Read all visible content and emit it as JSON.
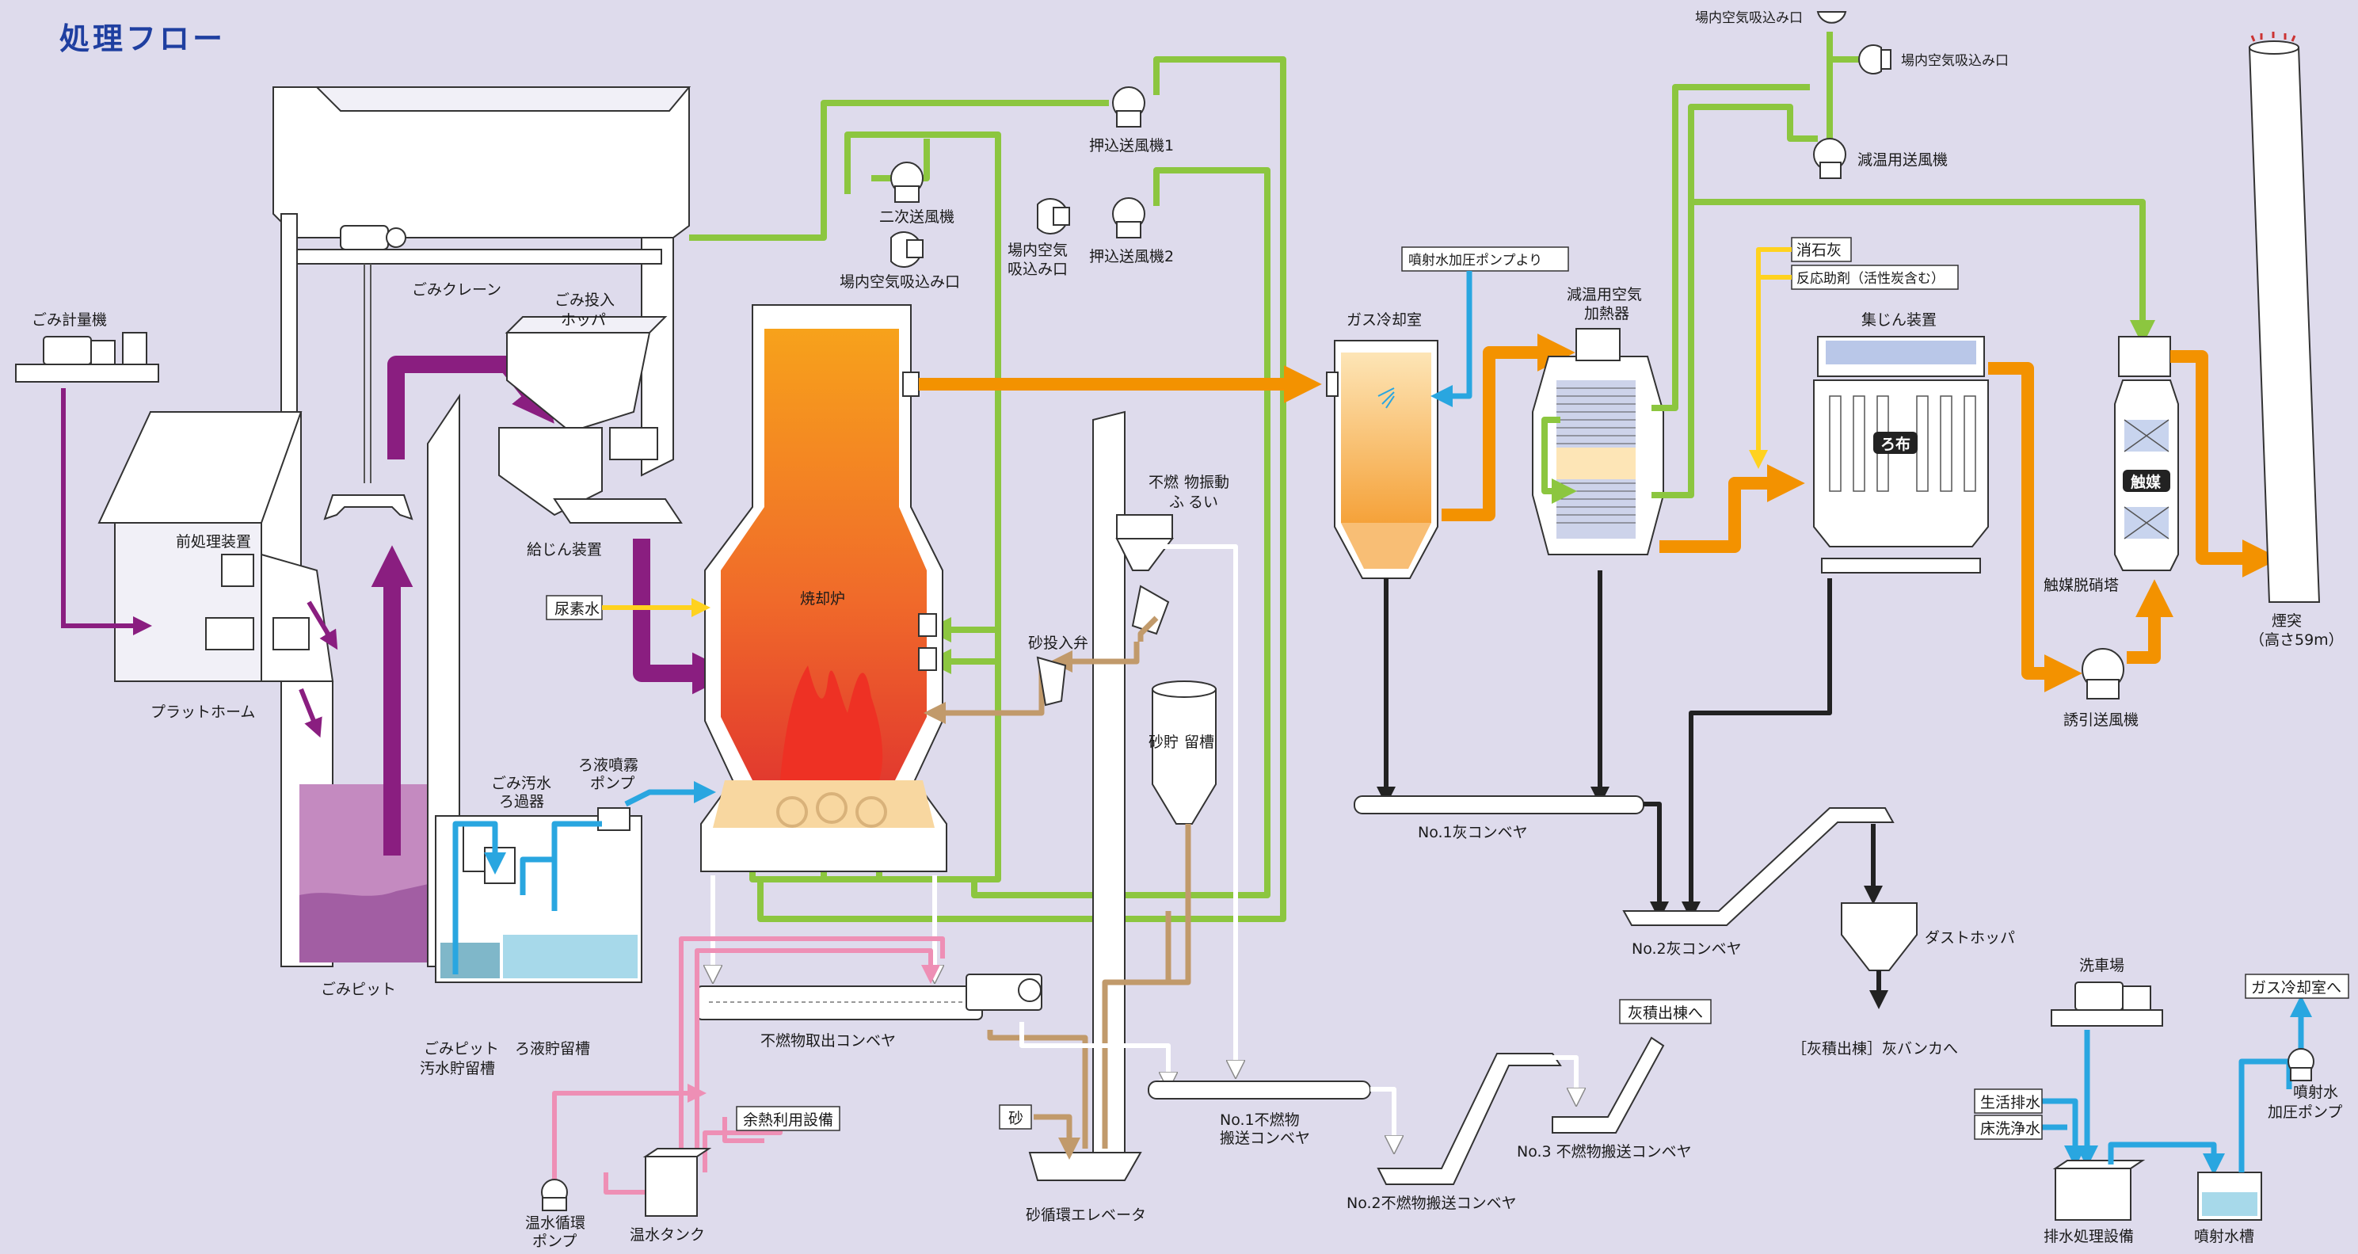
{
  "title": "処理フロー",
  "labels": {
    "gomi_keiryouki": "ごみ計量機",
    "gomi_crane": "ごみクレーン",
    "gomi_hopper_1": "ごみ投入",
    "gomi_hopper_2": "ホッパ",
    "kyujin": "給じん装置",
    "maeshori": "前処理装置",
    "platform": "プラットホーム",
    "gomi_pit": "ごみピット",
    "osui_rokaki_1": "ごみ汚水",
    "osui_rokaki_2": "ろ過器",
    "roeki_pump_1": "ろ液噴霧",
    "roeki_pump_2": "ポンプ",
    "osui_tank_1": "ごみピット",
    "osui_tank_2": "汚水貯留槽",
    "roeki_tank": "ろ液貯留槽",
    "nijisofu": "二次送風機",
    "jonai_kuki_1": "場内空気吸込み口",
    "oshikomi_1": "押込送風機1",
    "oshikomi_2": "押込送風機2",
    "jonai_kuki_2a": "場内空気",
    "jonai_kuki_2b": "吸込み口",
    "nyosui": "尿素水",
    "shokyakuro": "焼却炉",
    "suna_tonyuben": "砂投入弁",
    "funenbutsu_1": "不燃",
    "funenbutsu_2": "物振動",
    "funenbutsu_3": "ふ",
    "funenbutsu_4": "るい",
    "suna_choso_1": "砂貯",
    "suna_choso_2": "留槽",
    "funen_toridashi": "不燃物取出コンベヤ",
    "yonetsu": "余熱利用設備",
    "onsui_pump_1": "温水循環",
    "onsui_pump_2": "ポンプ",
    "onsui_tank": "温水タンク",
    "suna": "砂",
    "suna_elevator": "砂循環エレベータ",
    "no1_funen_1": "No.1不燃物",
    "no1_funen_2": "搬送コンベヤ",
    "no2_funen": "No.2不燃物搬送コンベヤ",
    "no3_funen": "No.3 不燃物搬送コンベヤ",
    "haiseki_1": "灰積出棟へ",
    "funsha_pump": "噴射水加圧ポンプより",
    "gas_reikyaku": "ガス冷却室",
    "gen_kanetsuki_1": "減温用空気",
    "gen_kanetsuki_2": "加熱器",
    "no1_hai": "No.1灰コンベヤ",
    "no2_hai": "No.2灰コンベヤ",
    "dust_hopper": "ダストホッパ",
    "hai_bunker": "［灰積出棟］灰バンカへ",
    "shosekkai": "消石灰",
    "hanno_jozai": "反応助剤（活性炭含む）",
    "shujin": "集じん装置",
    "rofu": "ろ布",
    "jonai_kuki_3": "場内空気吸込み口",
    "jonai_kuki_4": "場内空気吸込み口",
    "genon_sofuki": "減温用送風機",
    "shokubai": "触媒",
    "shokubai_datsusho": "触媒脱硝塔",
    "yuin_sofuki": "誘引送風機",
    "entotsu_1": "煙突",
    "entotsu_2": "（高さ59m）",
    "senshajo": "洗車場",
    "seikatsu": "生活排水",
    "yuka_senjo": "床洗浄水",
    "haisui_shori": "排水処理設備",
    "funsha_suiso": "噴射水槽",
    "gas_reikyaku_e": "ガス冷却室へ",
    "funsha_kaatsu_1": "噴射水",
    "funsha_kaatsu_2": "加圧ポンプ"
  },
  "colors": {
    "background": "#dedbec",
    "air_line": "#8cc63f",
    "flue_gas": "#f39200",
    "waste": "#8a1e80",
    "water": "#29a6e0",
    "ash": "#222222",
    "hot_water": "#ee8fb5",
    "sand": "#c19a6b",
    "chemical": "#ffd21f",
    "incombustible": "#ffffff",
    "title": "#1f3fa0"
  }
}
